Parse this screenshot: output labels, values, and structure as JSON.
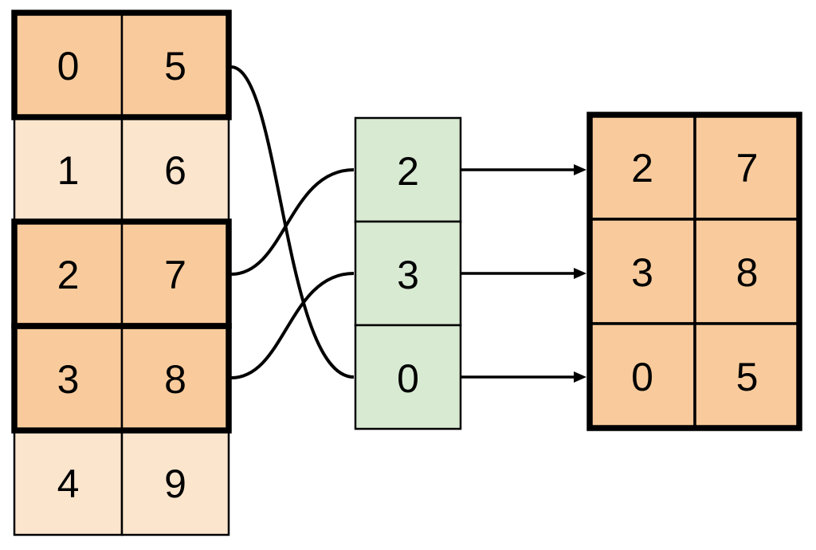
{
  "colors": {
    "highlight_fill": "#F9CB9C",
    "muted_fill": "#FCE5CD",
    "index_fill": "#D9EAD3",
    "line": "#000000"
  },
  "source_table": {
    "rows": [
      {
        "c0": "0",
        "c1": "5",
        "highlighted": true
      },
      {
        "c0": "1",
        "c1": "6",
        "highlighted": false
      },
      {
        "c0": "2",
        "c1": "7",
        "highlighted": true
      },
      {
        "c0": "3",
        "c1": "8",
        "highlighted": true
      },
      {
        "c0": "4",
        "c1": "9",
        "highlighted": false
      }
    ]
  },
  "index_column": {
    "v0": "2",
    "v1": "3",
    "v2": "0"
  },
  "result_table": {
    "rows": [
      {
        "c0": "2",
        "c1": "7"
      },
      {
        "c0": "3",
        "c1": "8"
      },
      {
        "c0": "0",
        "c1": "5"
      }
    ]
  }
}
